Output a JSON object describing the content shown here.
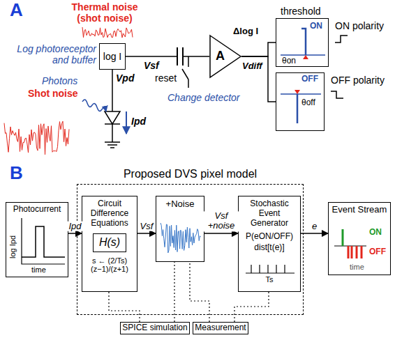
{
  "diagram": {
    "nodes": [
      {
        "text": [
          "log I"
        ]
      },
      {
        "text": [
          "A"
        ]
      },
      {
        "text": [
          "ON",
          "θon",
          "ON polarity"
        ]
      },
      {
        "text": [
          "OFF",
          "θoff",
          "OFF polarity"
        ]
      },
      {
        "text": [
          "Photocurrent",
          "log Ipd",
          "time"
        ]
      },
      {
        "text": [
          "Proposed DVS pixel model"
        ]
      },
      {
        "text": [
          "Circuit Difference Equations",
          "H(s)",
          "s ← (2/Ts)(z−1)/(z+1)"
        ],
        "in": 5
      },
      {
        "text": [
          "+Noise"
        ],
        "in": 5
      },
      {
        "text": [
          "Stochastic Event Generator",
          "P(eON/OFF)",
          "dist[t(e)]",
          "Ts"
        ],
        "in": 5
      },
      {
        "text": [
          "Event Stream",
          "ON",
          "OFF",
          "time"
        ]
      },
      {
        "text": [
          "SPICE simulation"
        ]
      },
      {
        "text": [
          "Measurement"
        ]
      }
    ],
    "edges": [
      {
        "from": 0,
        "to": 1,
        "arrow": "none"
      },
      {
        "from": 1,
        "to": 2,
        "arrow": "none"
      },
      {
        "from": 1,
        "to": 3,
        "arrow": "none"
      },
      {
        "from": 4,
        "to": 6,
        "arrow": "to",
        "label": "Ipd"
      },
      {
        "from": 6,
        "to": 7,
        "arrow": "to",
        "label": "Vsf"
      },
      {
        "from": 7,
        "to": 8,
        "arrow": "to",
        "label": "Vsf +noise"
      },
      {
        "from": 8,
        "to": 9,
        "arrow": "to",
        "label": "e"
      },
      {
        "from": 10,
        "to": 6,
        "arrow": "none"
      },
      {
        "from": 10,
        "to": 7,
        "arrow": "none"
      },
      {
        "from": 11,
        "to": 7,
        "arrow": "none"
      },
      {
        "from": 11,
        "to": 8,
        "arrow": "none"
      }
    ],
    "labels": [
      "A",
      "Thermal noise (shot noise)",
      "Log photoreceptor and buffer",
      "Vpd",
      "Photons",
      "Shot noise",
      "Ipd",
      "Vsf",
      "reset",
      "Change detector",
      "Δlog I",
      "Vdiff",
      "threshold",
      "B"
    ]
  }
}
